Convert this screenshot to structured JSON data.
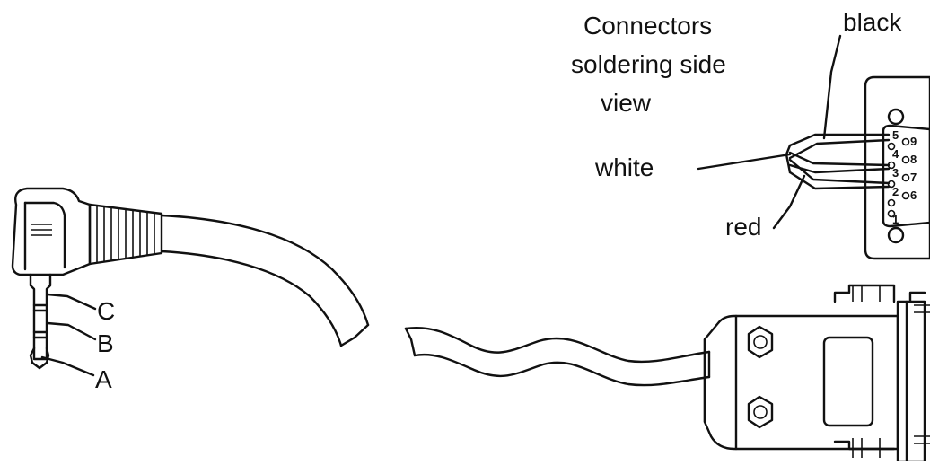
{
  "diagram": {
    "annotation_lines": [
      "Connectors",
      "soldering side",
      "view"
    ],
    "wire_labels": {
      "black": "black",
      "white": "white",
      "red": "red"
    },
    "plug_labels": {
      "c": "C",
      "b": "B",
      "a": "A"
    },
    "pins": {
      "p1": "1",
      "p2": "2",
      "p3": "3",
      "p4": "4",
      "p5": "5",
      "p6": "6",
      "p7": "7",
      "p8": "8",
      "p9": "9"
    }
  },
  "icons": {
    "plug": "audio-jack-plug-icon",
    "connector_front": "db9-connector-solder-view-icon",
    "connector_side": "db9-connector-side-icon"
  }
}
